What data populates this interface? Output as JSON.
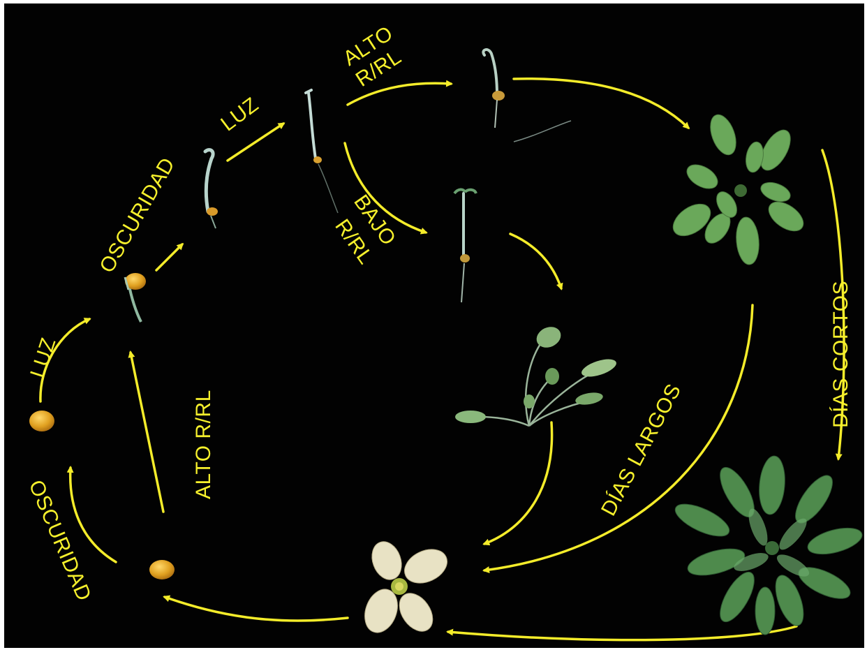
{
  "colors": {
    "background": "#020202",
    "arrow": "#f4ec2a",
    "label": "#f6f02c",
    "seed": "#e0a020",
    "leaf_green": "#5f9e4a",
    "petal": "#e8e2c4"
  },
  "labels": {
    "luz_seed": "LUZ",
    "oscuridad_top": "OSCURIDAD",
    "luz_top": "LUZ",
    "alto_top_line1": "ALTO",
    "alto_top_line2": "R/RL",
    "bajo_line1": "BAJO",
    "bajo_line2": "R/RL",
    "alto_left": "ALTO R/RL",
    "oscuridad_bottom": "OSCURIDAD",
    "dias_largos": "DÍAS LARGOS",
    "dias_cortos": "DÍAS CORTOS"
  }
}
